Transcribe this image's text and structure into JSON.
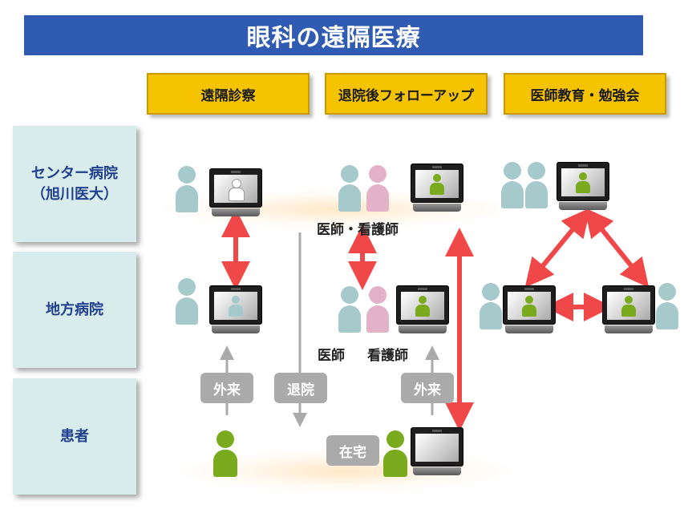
{
  "title": "眼科の遠隔医療",
  "columns": [
    "遠隔診察",
    "退院後フォローアップ",
    "医師教育・勉強会"
  ],
  "rows": [
    {
      "line1": "センター病院",
      "line2": "（旭川医大）"
    },
    {
      "line1": "地方病院",
      "line2": ""
    },
    {
      "line1": "患者",
      "line2": ""
    }
  ],
  "captions": {
    "doctor_nurse_center": "医師・看護師",
    "doctor_local": "医師",
    "nurse_local": "看護師"
  },
  "labels": {
    "outpatient_1": "外来",
    "discharge": "退院",
    "outpatient_2": "外来",
    "home": "在宅"
  },
  "colors": {
    "title_bg": "#2f5bb3",
    "header_bg": "#f5c300",
    "row_bg": "#d9ecec",
    "row_text": "#1f3f8f",
    "arrow_red": "#f04848",
    "arrow_grey": "#aaaaaa",
    "person_teal": "#a6c9cc",
    "person_pink": "#e3b1c8",
    "person_green": "#7aab1e"
  }
}
